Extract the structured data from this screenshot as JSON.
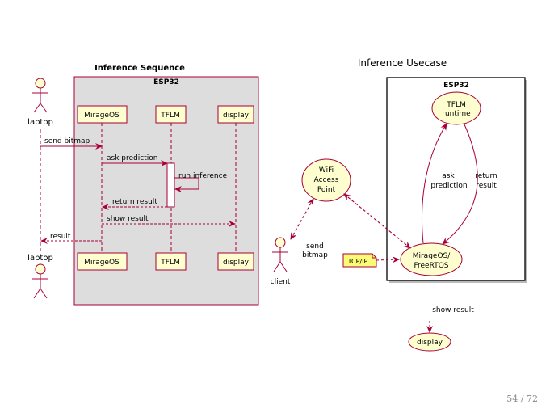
{
  "slide": {
    "page_number": "54 / 72"
  },
  "sequence": {
    "title": "Inference Sequence",
    "group_label": "ESP32",
    "actor_top": "laptop",
    "actor_bottom": "laptop",
    "participants_top": [
      "MirageOS",
      "TFLM",
      "display"
    ],
    "participants_bottom": [
      "MirageOS",
      "TFLM",
      "display"
    ],
    "messages": {
      "send_bitmap": "send bitmap",
      "ask_prediction": "ask prediction",
      "run_inference": "run inference",
      "return_result": "return result",
      "show_result": "show result",
      "result": "result"
    }
  },
  "usecase": {
    "title": "Inference Usecase",
    "frame_label": "ESP32",
    "tflm_runtime": [
      "TFLM",
      "runtime"
    ],
    "wifi": [
      "WiFi",
      "Access",
      "Point"
    ],
    "mirage": [
      "MirageOS/",
      "FreeRTOS"
    ],
    "client": "client",
    "tcp_note": "TCP/IP",
    "send_bitmap": [
      "send",
      "bitmap"
    ],
    "ask_prediction": [
      "ask",
      "prediction"
    ],
    "return_result": [
      "return",
      "result"
    ],
    "show_result": "show result",
    "display": "display"
  },
  "colors": {
    "box_fill": "#fefece",
    "box_stroke": "#a80036",
    "group_fill": "#dddddd",
    "note_fill": "#fbfb77"
  }
}
